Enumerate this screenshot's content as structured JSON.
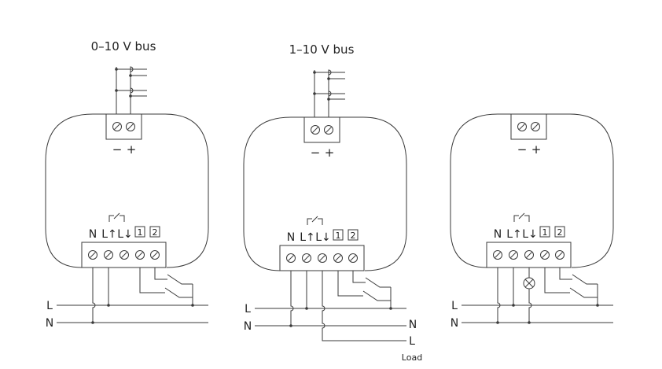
{
  "diagrams": [
    {
      "title": "0–10 V bus",
      "variant": "bus"
    },
    {
      "title": "1–10 V bus",
      "variant": "bus-load"
    },
    {
      "title": "",
      "variant": "lamp"
    }
  ],
  "labels": {
    "minus": "−",
    "plus": "+",
    "terminal_n": "N",
    "terminal_l_in": "L↑",
    "terminal_l_out": "L↓",
    "terminal_1": "1",
    "terminal_2": "2",
    "line_l": "L",
    "line_n": "N",
    "load_n": "N",
    "load_l": "L",
    "load": "Load"
  },
  "colors": {
    "line": "#3a3a3a",
    "text": "#222222"
  }
}
